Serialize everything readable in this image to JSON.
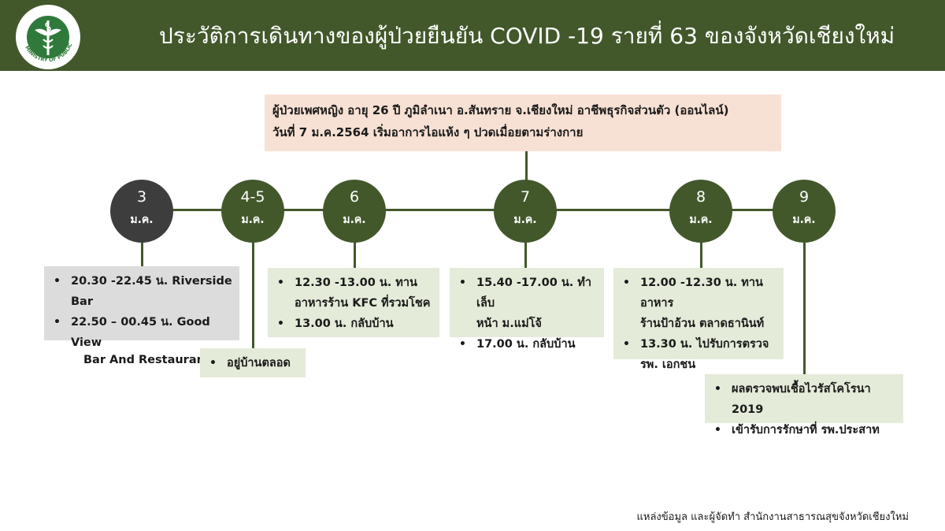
{
  "header": {
    "logo_text": "MINISTRY OF PUBLIC HEALTH",
    "title": "ประวัติการเดินทางของผู้ป่วยยืนยัน COVID -19 รายที่ 63 ของจังหวัดเชียงใหม่",
    "background_color": "#42582b"
  },
  "patient_info": {
    "line1": "ผู้ป่วยเพศหญิง อายุ 26 ปี ภูมิลำเนา อ.สันทราย จ.เชียงใหม่  อาชีพธุรกิจส่วนตัว (ออนไลน์)",
    "line2": "วันที่ 7 ม.ค.2564 เริ่มอาการไอแห้ง ๆ ปวดเมื่อยตามร่างกาย",
    "background_color": "#f7e1d4"
  },
  "timeline": {
    "line_color": "#42582b",
    "nodes": [
      {
        "day": "3",
        "month": "ม.ค.",
        "color": "#3d3d3d"
      },
      {
        "day": "4-5",
        "month": "ม.ค.",
        "color": "#42582b"
      },
      {
        "day": "6",
        "month": "ม.ค.",
        "color": "#42582b"
      },
      {
        "day": "7",
        "month": "ม.ค.",
        "color": "#42582b"
      },
      {
        "day": "8",
        "month": "ม.ค.",
        "color": "#42582b"
      },
      {
        "day": "9",
        "month": "ม.ค.",
        "color": "#42582b"
      }
    ],
    "events": [
      {
        "date": "3 ม.ค.",
        "bullet": "•",
        "items": [
          {
            "line1": "20.30 -22.45 น. Riverside Bar"
          },
          {
            "line1": "22.50 – 00.45 น. Good View",
            "line2": "Bar And Restaurant"
          }
        ],
        "background_color": "#dcdcdc"
      },
      {
        "date": "4-5 ม.ค.",
        "bullet": "•",
        "items": [
          {
            "line1": "อยู่บ้านตลอด"
          }
        ],
        "background_color": "#e4ebd9"
      },
      {
        "date": "6 ม.ค.",
        "bullet": "•",
        "items": [
          {
            "line1": "12.30 -13.00 น. ทาน",
            "line2": "อาหารร้าน KFC ที่รวมโชค"
          },
          {
            "line1": "13.00 น. กลับบ้าน"
          }
        ],
        "background_color": "#e4ebd9"
      },
      {
        "date": "7 ม.ค.",
        "bullet": "•",
        "items": [
          {
            "line1": "15.40 -17.00 น. ทำเล็บ",
            "line2": "หน้า ม.แม่โจ้"
          },
          {
            "line1": "17.00 น. กลับบ้าน"
          }
        ],
        "background_color": "#e4ebd9"
      },
      {
        "date": "8 ม.ค.",
        "bullet": "•",
        "items": [
          {
            "line1": "12.00 -12.30 น. ทานอาหาร",
            "line2": "ร้านป้าอ้วน ตลาดธานินท์"
          },
          {
            "line1": "13.30 น. ไปรับการตรวจ",
            "line2": "รพ. เอกชน"
          }
        ],
        "background_color": "#e4ebd9"
      },
      {
        "date": "9 ม.ค.",
        "bullet": "•",
        "items": [
          {
            "line1": "ผลตรวจพบเชื้อไวรัสโคโรนา 2019"
          },
          {
            "line1": "เข้ารับการรักษาที่ รพ.ประสาท"
          }
        ],
        "background_color": "#e4ebd9"
      }
    ]
  },
  "footer": {
    "source": "แหล่งข้อมูล และผู้จัดทำ สำนักงานสาธารณสุขจังหวัดเชียงใหม่"
  }
}
